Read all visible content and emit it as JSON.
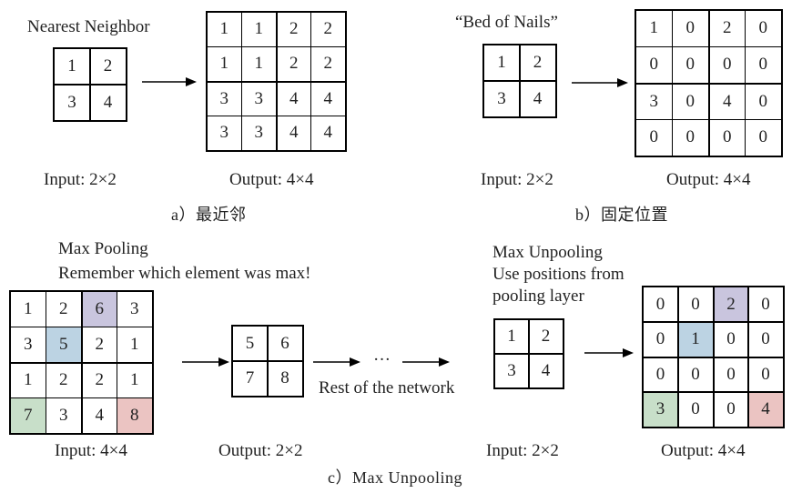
{
  "colors": {
    "purple": "#c9c5de",
    "blue": "#bcd3e3",
    "green": "#c8dfc9",
    "pink": "#ebc4c2"
  },
  "panel_a": {
    "title": "Nearest Neighbor",
    "input": [
      "1",
      "2",
      "3",
      "4"
    ],
    "output": [
      "1",
      "1",
      "2",
      "2",
      "1",
      "1",
      "2",
      "2",
      "3",
      "3",
      "4",
      "4",
      "3",
      "3",
      "4",
      "4"
    ],
    "input_label": "Input: 2×2",
    "output_label": "Output: 4×4",
    "caption": "a）最近邻"
  },
  "panel_b": {
    "title": "“Bed of Nails”",
    "input": [
      "1",
      "2",
      "3",
      "4"
    ],
    "output": [
      "1",
      "0",
      "2",
      "0",
      "0",
      "0",
      "0",
      "0",
      "3",
      "0",
      "4",
      "0",
      "0",
      "0",
      "0",
      "0"
    ],
    "input_label": "Input: 2×2",
    "output_label": "Output: 4×4",
    "caption": "b）固定位置"
  },
  "panel_c": {
    "pool_title": "Max Pooling",
    "pool_note": "Remember which element was max!",
    "pool_input": [
      "1",
      "2",
      "6",
      "3",
      "3",
      "5",
      "2",
      "1",
      "1",
      "2",
      "2",
      "1",
      "7",
      "3",
      "4",
      "8"
    ],
    "pool_highlight": {
      "2": "purple",
      "5": "blue",
      "12": "green",
      "15": "pink"
    },
    "pool_output": [
      "5",
      "6",
      "7",
      "8"
    ],
    "ellipsis": "···",
    "rest_label": "Rest of the network",
    "unpool_title": "Max Unpooling",
    "unpool_note1": "Use positions from",
    "unpool_note2": "pooling layer",
    "unpool_input": [
      "1",
      "2",
      "3",
      "4"
    ],
    "unpool_output": [
      "0",
      "0",
      "2",
      "0",
      "0",
      "1",
      "0",
      "0",
      "0",
      "0",
      "0",
      "0",
      "3",
      "0",
      "0",
      "4"
    ],
    "unpool_highlight": {
      "2": "purple",
      "5": "blue",
      "12": "green",
      "15": "pink"
    },
    "label_pool_in": "Input: 4×4",
    "label_pool_out": "Output: 2×2",
    "label_unpool_in": "Input: 2×2",
    "label_unpool_out": "Output: 4×4",
    "caption": "c）Max Unpooling"
  }
}
